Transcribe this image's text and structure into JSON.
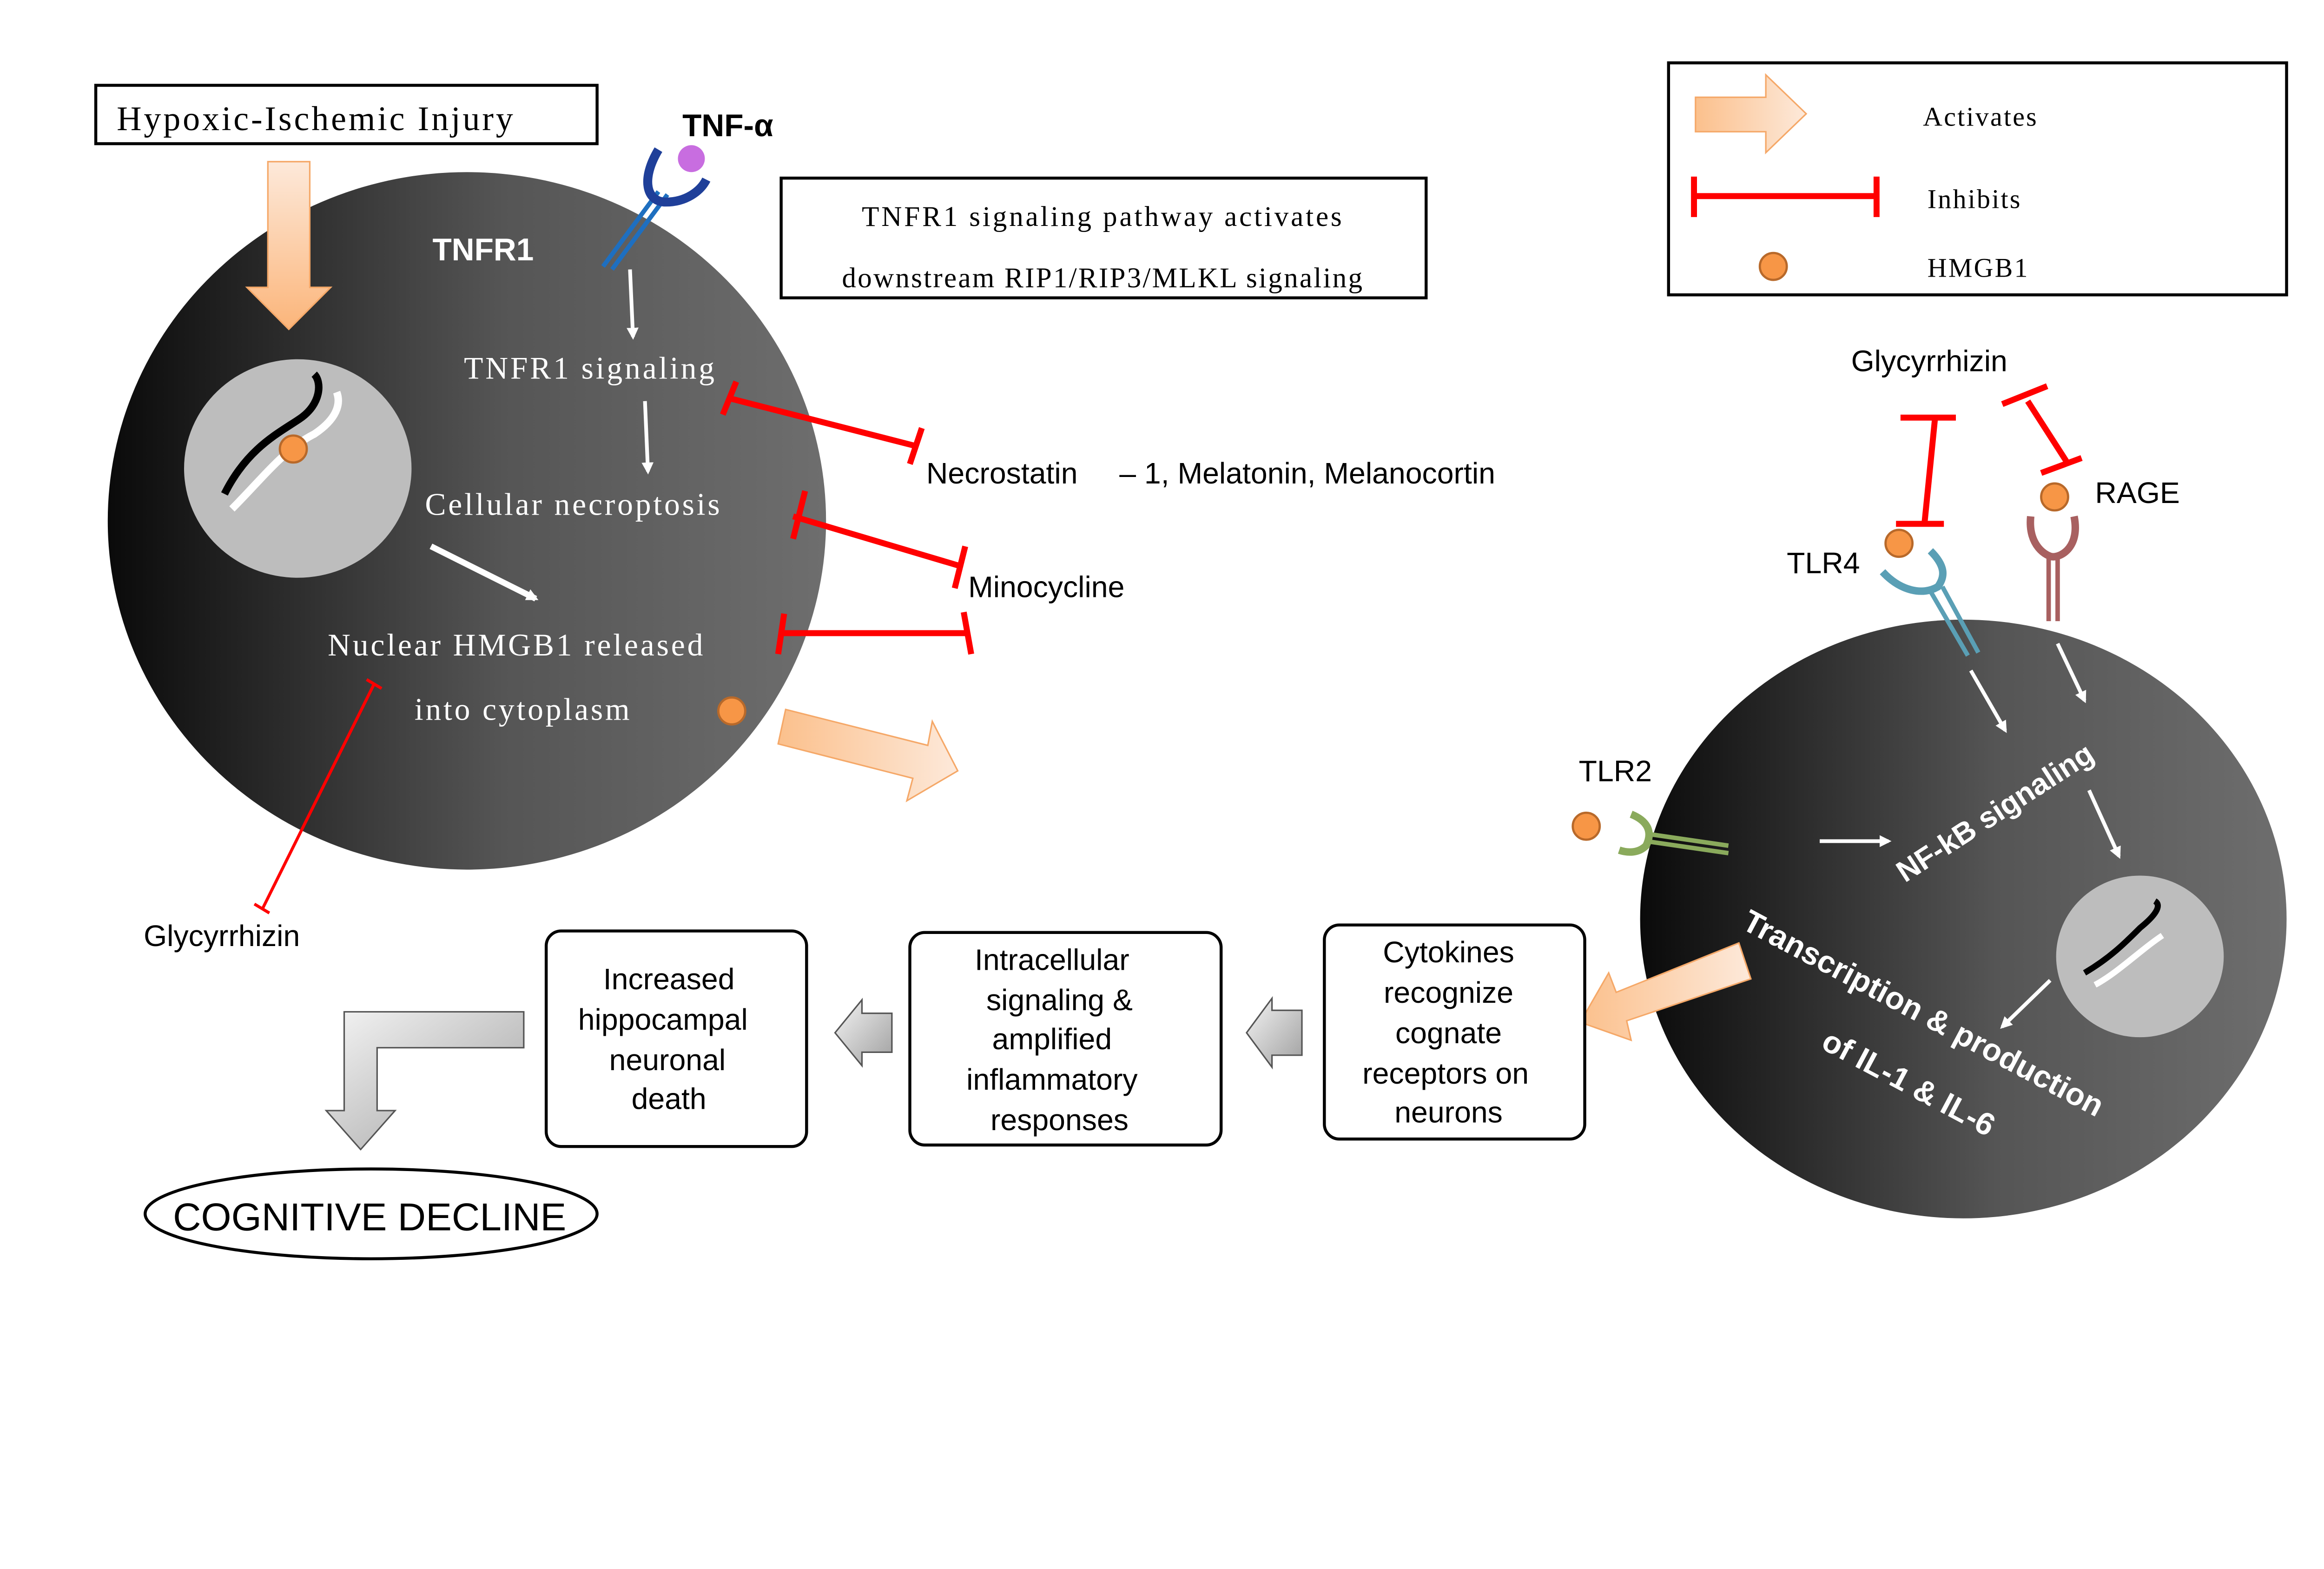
{
  "legend": {
    "activates": "Activates",
    "inhibits": "Inhibits",
    "hmgb1": "HMGB1"
  },
  "left_cell": {
    "injury_box": "Hypoxic-Ischemic Injury",
    "tnf_alpha": "TNF-α",
    "tnfr1": "TNFR1",
    "pathway_note_line1": "TNFR1 signaling pathway activates",
    "pathway_note_line2": "downstream RIP1/RIP3/MLKL signaling",
    "step1": "TNFR1 signaling",
    "step2": "Cellular necroptosis",
    "step3_line1": "Nuclear HMGB1 released",
    "step3_line2": "into cytoplasm",
    "inhibitor1_a": "Necrostatin",
    "inhibitor1_b": "– 1, Melatonin, Melanocortin",
    "inhibitor2": "Minocycline",
    "inhibitor3": "Glycyrrhizin"
  },
  "right_cell": {
    "inhibitor": "Glycyrrhizin",
    "tlr4": "TLR4",
    "rage": "RAGE",
    "tlr2": "TLR2",
    "nfkb": "NF-kB signaling",
    "transcription_line1": "Transcription & production",
    "transcription_line2": "of IL-1 & IL-6"
  },
  "flow": {
    "box1": [
      "Cytokines",
      "recognize",
      "cognate",
      "receptors on",
      "neurons"
    ],
    "box2": [
      "Intracellular",
      "signaling &",
      "amplified",
      "inflammatory",
      "responses"
    ],
    "box3": [
      "Increased",
      "hippocampal",
      "neuronal",
      "death"
    ],
    "outcome": "COGNITIVE DECLINE"
  },
  "colors": {
    "inhibit": "#ff0000",
    "hmgb1": "#f79646",
    "activate_arrow": "#fbc08c",
    "tnf_alpha": "#c86de0",
    "tnfr1_receptor": "#1f3f99",
    "tlr4_receptor": "#5a9fb5",
    "rage_receptor": "#a86060",
    "tlr2_receptor": "#8aaa5c"
  }
}
